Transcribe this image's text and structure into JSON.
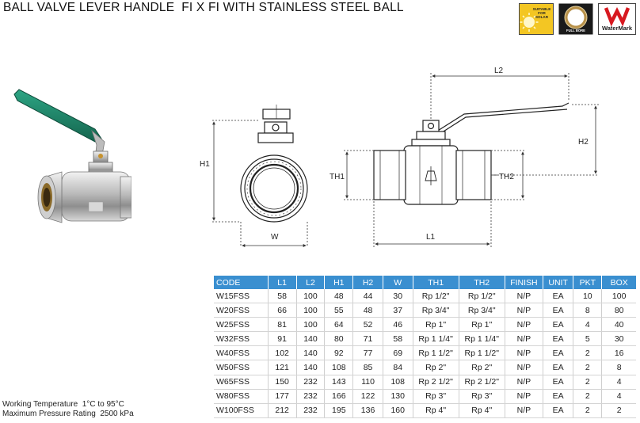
{
  "title": "BALL VALVE LEVER HANDLE  FI X FI WITH STAINLESS STEEL BALL",
  "badges": {
    "solar": "SUITABLE FOR SOLAR",
    "full_bore": "FULL BORE",
    "watermark": "WaterMark"
  },
  "icons": {
    "solar": "sun-icon",
    "full_bore": "ring-icon",
    "watermark": "watermark-logo"
  },
  "colors": {
    "table_header": "#3a8fd0",
    "handle_green": "#1e8a6a",
    "watermark_red": "#d71920",
    "solar_yellow": "#f3c623"
  },
  "drawing_labels": {
    "h1": "H1",
    "w": "W",
    "l2": "L2",
    "h2": "H2",
    "th1": "TH1",
    "th2": "TH2",
    "l1": "L1"
  },
  "table": {
    "headers": [
      "CODE",
      "L1",
      "L2",
      "H1",
      "H2",
      "W",
      "TH1",
      "TH2",
      "FINISH",
      "UNIT",
      "PKT",
      "BOX"
    ],
    "rows": [
      [
        "W15FSS",
        "58",
        "100",
        "48",
        "44",
        "30",
        "Rp 1/2\"",
        "Rp 1/2\"",
        "N/P",
        "EA",
        "10",
        "100"
      ],
      [
        "W20FSS",
        "66",
        "100",
        "55",
        "48",
        "37",
        "Rp 3/4\"",
        "Rp 3/4\"",
        "N/P",
        "EA",
        "8",
        "80"
      ],
      [
        "W25FSS",
        "81",
        "100",
        "64",
        "52",
        "46",
        "Rp 1\"",
        "Rp 1\"",
        "N/P",
        "EA",
        "4",
        "40"
      ],
      [
        "W32FSS",
        "91",
        "140",
        "80",
        "71",
        "58",
        "Rp 1 1/4\"",
        "Rp 1 1/4\"",
        "N/P",
        "EA",
        "5",
        "30"
      ],
      [
        "W40FSS",
        "102",
        "140",
        "92",
        "77",
        "69",
        "Rp 1 1/2\"",
        "Rp 1 1/2\"",
        "N/P",
        "EA",
        "2",
        "16"
      ],
      [
        "W50FSS",
        "121",
        "140",
        "108",
        "85",
        "84",
        "Rp 2\"",
        "Rp 2\"",
        "N/P",
        "EA",
        "2",
        "8"
      ],
      [
        "W65FSS",
        "150",
        "232",
        "143",
        "110",
        "108",
        "Rp 2 1/2\"",
        "Rp 2 1/2\"",
        "N/P",
        "EA",
        "2",
        "4"
      ],
      [
        "W80FSS",
        "177",
        "232",
        "166",
        "122",
        "130",
        "Rp 3\"",
        "Rp 3\"",
        "N/P",
        "EA",
        "2",
        "4"
      ],
      [
        "W100FSS",
        "212",
        "232",
        "195",
        "136",
        "160",
        "Rp 4\"",
        "Rp 4\"",
        "N/P",
        "EA",
        "2",
        "2"
      ]
    ]
  },
  "notes": {
    "working_temperature": "Working Temperature  1°C to 95°C",
    "max_pressure": "Maximum Pressure Rating  2500 kPa"
  }
}
